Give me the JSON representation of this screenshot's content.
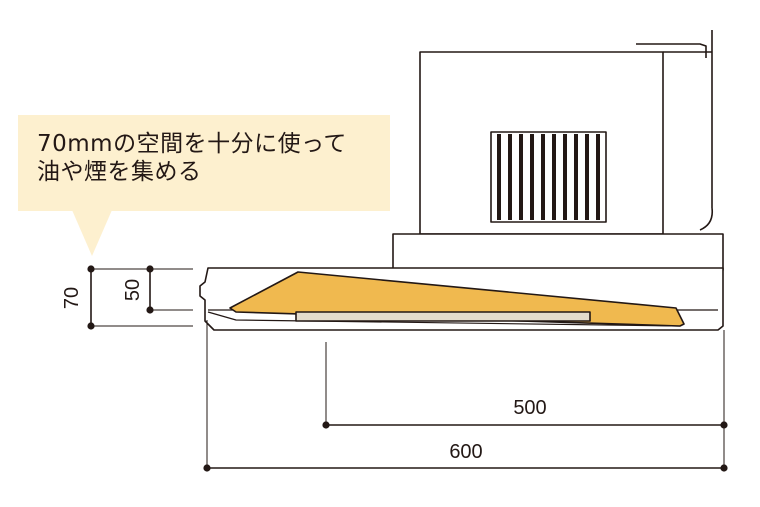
{
  "callout": {
    "line1": "70mmの空間を十分に使って",
    "line2": "油や煙を集める"
  },
  "dimensions": {
    "height_outer": "70",
    "height_inner": "50",
    "width_inner": "500",
    "width_outer": "600"
  },
  "colors": {
    "line": "#231815",
    "callout_bg": "#fdf0cf",
    "oil_cavity": "#f0b94f",
    "filter_bar": "#e4dccd",
    "white": "#ffffff"
  }
}
